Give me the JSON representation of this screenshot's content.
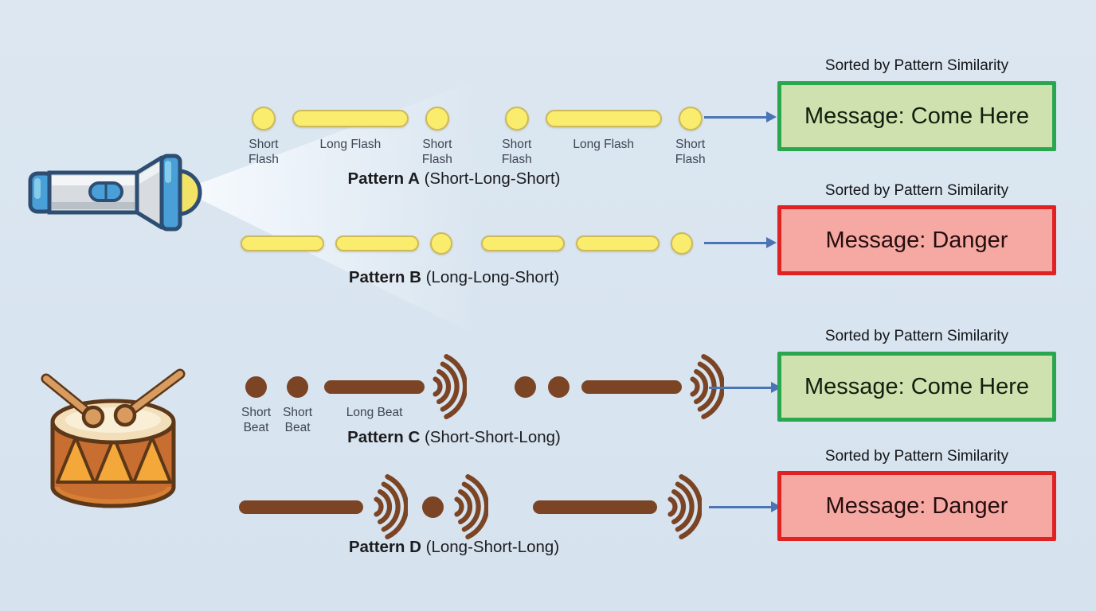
{
  "canvas": {
    "background": "#d9e4ef"
  },
  "colors": {
    "flash_fill": "#faec6d",
    "flash_border": "#cdb95c",
    "beat_brown": "#7b4424",
    "green_border": "#2aa74e",
    "green_fill": "#cfe1af",
    "red_border": "#e02222",
    "red_fill": "#f6a9a3",
    "arrow_blue": "#4a74b4"
  },
  "sections": [
    {
      "instrument": "flashlight",
      "icon": "flashlight-icon"
    },
    {
      "instrument": "drum",
      "icon": "drum-icon"
    }
  ],
  "patterns": [
    {
      "id": "A",
      "instrument": "flashlight",
      "caption_bold": "Pattern A",
      "caption_rest": " (Short-Long-Short)",
      "sequence": [
        {
          "type": "short-flash",
          "label": "Short\nFlash"
        },
        {
          "type": "long-flash",
          "label": "Long Flash"
        },
        {
          "type": "short-flash",
          "label": "Short\nFlash"
        },
        {
          "type": "gap"
        },
        {
          "type": "short-flash",
          "label": "Short\nFlash"
        },
        {
          "type": "long-flash",
          "label": "Long Flash"
        },
        {
          "type": "short-flash",
          "label": "Short\nFlash"
        }
      ],
      "result": {
        "header": "Sorted by Pattern Similarity",
        "message": "Message: Come Here",
        "style": "green"
      }
    },
    {
      "id": "B",
      "instrument": "flashlight",
      "caption_bold": "Pattern B",
      "caption_rest": " (Long-Long-Short)",
      "sequence": [
        {
          "type": "long-flash"
        },
        {
          "type": "long-flash"
        },
        {
          "type": "short-flash"
        },
        {
          "type": "gap"
        },
        {
          "type": "long-flash"
        },
        {
          "type": "long-flash"
        },
        {
          "type": "short-flash"
        }
      ],
      "result": {
        "header": "Sorted by Pattern Similarity",
        "message": "Message: Danger",
        "style": "red"
      }
    },
    {
      "id": "C",
      "instrument": "drum",
      "caption_bold": "Pattern C",
      "caption_rest": " (Short-Short-Long)",
      "sequence": [
        {
          "type": "short-beat",
          "label": "Short\nBeat"
        },
        {
          "type": "short-beat",
          "label": "Short\nBeat"
        },
        {
          "type": "long-beat",
          "label": "Long Beat"
        },
        {
          "type": "sound-wave"
        },
        {
          "type": "gap"
        },
        {
          "type": "short-beat"
        },
        {
          "type": "short-beat"
        },
        {
          "type": "long-beat"
        },
        {
          "type": "sound-wave"
        }
      ],
      "result": {
        "header": "Sorted by Pattern Similarity",
        "message": "Message: Come Here",
        "style": "green"
      }
    },
    {
      "id": "D",
      "instrument": "drum",
      "caption_bold": "Pattern D",
      "caption_rest": " (Long-Short-Long)",
      "sequence": [
        {
          "type": "long-beat"
        },
        {
          "type": "sound-wave"
        },
        {
          "type": "short-beat"
        },
        {
          "type": "sound-wave"
        },
        {
          "type": "gap"
        },
        {
          "type": "long-beat"
        },
        {
          "type": "sound-wave"
        }
      ],
      "result": {
        "header": "Sorted by Pattern Similarity",
        "message": "Message: Danger",
        "style": "red"
      }
    }
  ]
}
